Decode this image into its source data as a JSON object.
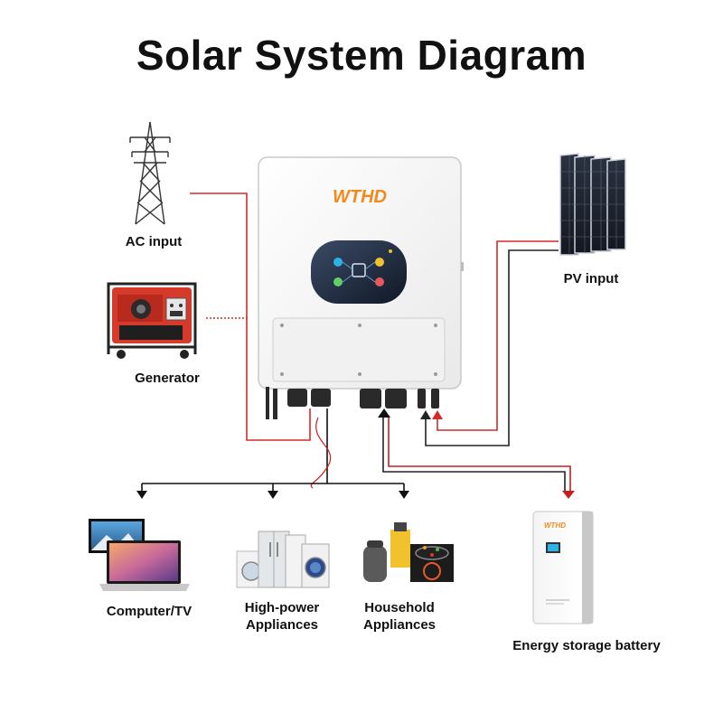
{
  "title": "Solar System Diagram",
  "inverter": {
    "brand": "WTHD"
  },
  "battery": {
    "brand": "WTHD"
  },
  "labels": {
    "ac_input": "AC input",
    "generator": "Generator",
    "pv_input": "PV input",
    "computer_tv": "Computer/TV",
    "high_power_line1": "High-power",
    "high_power_line2": "Appliances",
    "household_line1": "Household",
    "household_line2": "Appliances",
    "battery": "Energy storage battery"
  },
  "colors": {
    "ac_wire": "#d42a2a",
    "pv_positive": "#d42a2a",
    "pv_negative": "#222222",
    "load_wire": "#111111",
    "battery_wire_red": "#c81e1e",
    "inverter_body": "#f6f6f6",
    "display_accent": "#2bb3e8"
  },
  "icons": [
    "transmission-tower-icon",
    "generator-icon",
    "solar-panel-icon",
    "inverter-icon",
    "computer-tv-icon",
    "high-power-appliances-icon",
    "household-appliances-icon",
    "battery-icon"
  ]
}
